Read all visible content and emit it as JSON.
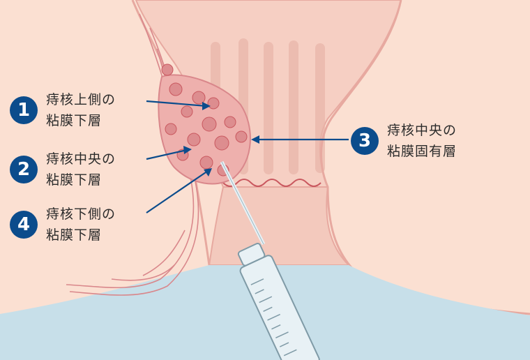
{
  "callouts": [
    {
      "number": "1",
      "line1": "痔核上側の",
      "line2": "粘膜下層"
    },
    {
      "number": "2",
      "line1": "痔核中央の",
      "line2": "粘膜下層"
    },
    {
      "number": "3",
      "line1": "痔核中央の",
      "line2": "粘膜固有層"
    },
    {
      "number": "4",
      "line1": "痔核下側の",
      "line2": "粘膜下層"
    }
  ],
  "colors": {
    "skin": "#fbe0d2",
    "skin_outline": "#e7a9a0",
    "canal": "#f3c9bd",
    "hemorrhoid": "#dd8d8f",
    "vessel": "#c9585f",
    "sheet": "#c7dfe9",
    "accent_blue": "#0b4c8c",
    "syringe": "#e8f1f5"
  }
}
